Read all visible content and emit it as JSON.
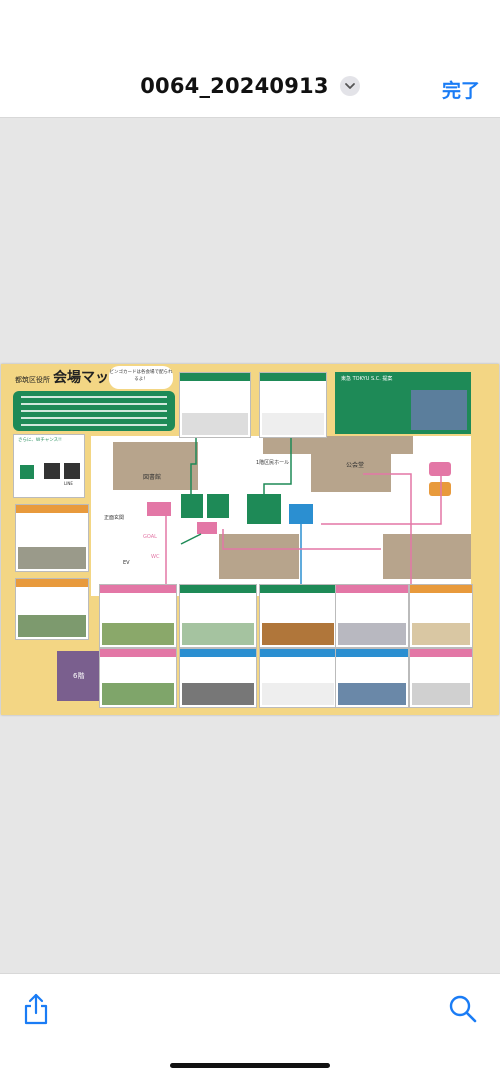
{
  "nav": {
    "title": "0064_20240913",
    "done_label": "完了"
  },
  "icons": {
    "chevron": "chevron-down-icon",
    "share": "share-icon",
    "search": "search-icon"
  },
  "colors": {
    "accent": "#1a7cf5",
    "map_bg": "#f3d684",
    "green": "#1e8a57",
    "pink": "#e377a6",
    "blue": "#2b8fd1",
    "orange": "#e89a3c"
  },
  "map": {
    "header_small": "都筑区役所",
    "header_big": "会場マップ",
    "bubble_text": "ビンゴカードは各会場で配られるよ！",
    "library": "図書館",
    "hall_1f": "1階区民ホール",
    "public_hall": "公会堂",
    "main_entrance": "正面玄関",
    "ev": "EV",
    "goal": "GOAL",
    "wc": "WC",
    "floor6": "6階",
    "tokyu": "東急 TOKYU S.C. 提案",
    "line": "LINE",
    "note": "さらに、Wチャンス!!"
  }
}
